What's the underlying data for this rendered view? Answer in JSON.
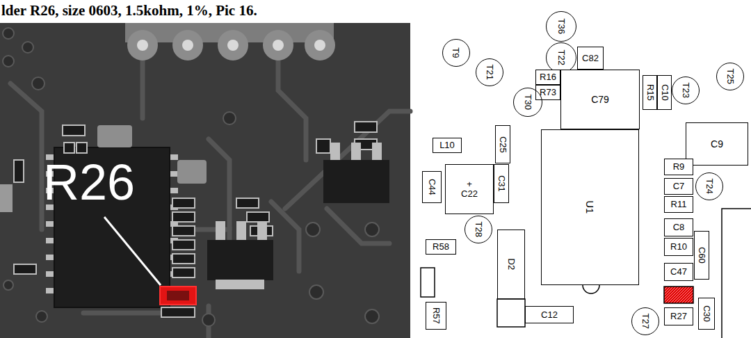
{
  "diagram": {
    "title": "lder R26, size 0603, 1.5kohm, 1%, Pic 16.",
    "nodes": [
      {
        "text": [
          "T36"
        ]
      },
      {
        "text": [
          "T22"
        ]
      },
      {
        "text": [
          "C82"
        ]
      },
      {
        "text": [
          "R16"
        ]
      },
      {
        "text": [
          "R73"
        ]
      },
      {
        "text": [
          "C79"
        ]
      },
      {
        "text": [
          "R15"
        ]
      },
      {
        "text": [
          "C10"
        ]
      },
      {
        "text": [
          "T23"
        ]
      },
      {
        "text": [
          "T25"
        ]
      },
      {
        "text": [
          "T9"
        ]
      },
      {
        "text": [
          "T21"
        ]
      },
      {
        "text": [
          "T30"
        ]
      },
      {
        "text": [
          "C9"
        ]
      },
      {
        "text": [
          "C25"
        ]
      },
      {
        "text": [
          "R9"
        ]
      },
      {
        "text": [
          "L10"
        ]
      },
      {
        "text": [
          "T24"
        ]
      },
      {
        "text": [
          "C7"
        ]
      },
      {
        "text": [
          "U1"
        ]
      },
      {
        "text": [
          "C44"
        ]
      },
      {
        "text": [
          "+",
          "C22"
        ]
      },
      {
        "text": [
          "C31"
        ]
      },
      {
        "text": [
          "R11"
        ]
      },
      {
        "text": [
          "C8"
        ]
      },
      {
        "text": [
          "T28"
        ]
      },
      {
        "text": [
          "R58"
        ]
      },
      {
        "text": [
          "C60"
        ]
      },
      {
        "text": [
          "R10"
        ]
      },
      {
        "text": [
          "D2"
        ]
      },
      {
        "text": [
          "C47"
        ]
      },
      {
        "text": [
          "R57"
        ]
      },
      {
        "text": [
          "C12"
        ]
      },
      {
        "text": [
          "R27"
        ]
      },
      {
        "text": [
          "C30"
        ]
      },
      {
        "text": [
          "T27"
        ]
      }
    ],
    "edges": [],
    "labels": [
      "R26"
    ]
  }
}
